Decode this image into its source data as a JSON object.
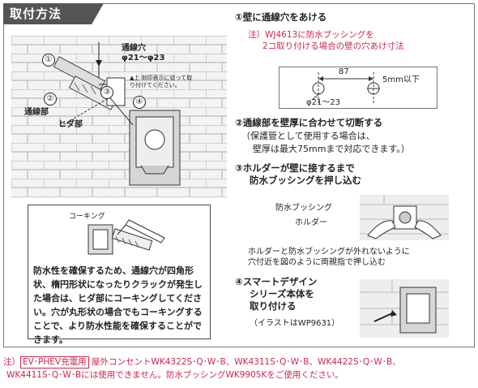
{
  "title": "取付方法",
  "illustration": {
    "hole_label_1": "通線穴",
    "hole_label_2": "φ21～φ23",
    "up_label": "▲上 刻印表示に従って取り付けてください。",
    "wiring_part": "通線部",
    "rib_part": "ヒダ部",
    "num1": "①",
    "num2": "②",
    "num3": "③",
    "num4": "④"
  },
  "caulking_box": {
    "caulk_label": "コーキング",
    "text": "防水性を確保するため、通線穴が四角形状、楕円形状になったりクラックが発生した場合は、ヒダ部にコーキングしてください。穴が丸形状の場合でもコーキングすることで、より防水性能を確保することができます。"
  },
  "steps": {
    "s1_title": "①壁に通線穴をあける",
    "s1_note_1": "注）WJ4613に防水ブッシングを",
    "s1_note_2": "2コ取り付ける場合の壁の穴あけ寸法",
    "dim_87": "87",
    "dim_5mm": "5mm以下",
    "dim_phi": "φ21～23",
    "s2_title": "②通線部を壁厚に合わせて切断する",
    "s2_sub_1": "（保護管として使用する場合は、",
    "s2_sub_2": "壁厚は最大75mmまで対応できます。）",
    "s3_title_1": "③ホルダーが壁に接するまで",
    "s3_title_2": "防水ブッシングを押し込む",
    "bushing_label": "防水ブッシング",
    "holder_label": "ホルダー",
    "s3_sub_1": "ホルダーと防水ブッシングが外れないように",
    "s3_sub_2": "穴付近を図のように両親指で押し込む",
    "s4_title_1": "④スマートデザイン",
    "s4_title_2": "シリーズ本体を",
    "s4_title_3": "取り付ける",
    "s4_sub": "（イラストはWP9631）"
  },
  "footer": {
    "prefix": "注）",
    "tag": "EV･PHEV充電用",
    "line1": "屋外コンセントWK4322S･Q･W･B、WK4311S･Q･W･B、WK4422S･Q･W･B、",
    "line2": "WK4411S･Q･W･Bには使用できません。防水ブッシングWK9905Kをご使用ください。"
  },
  "colors": {
    "accent": "#d0264a",
    "header": "#555555"
  }
}
